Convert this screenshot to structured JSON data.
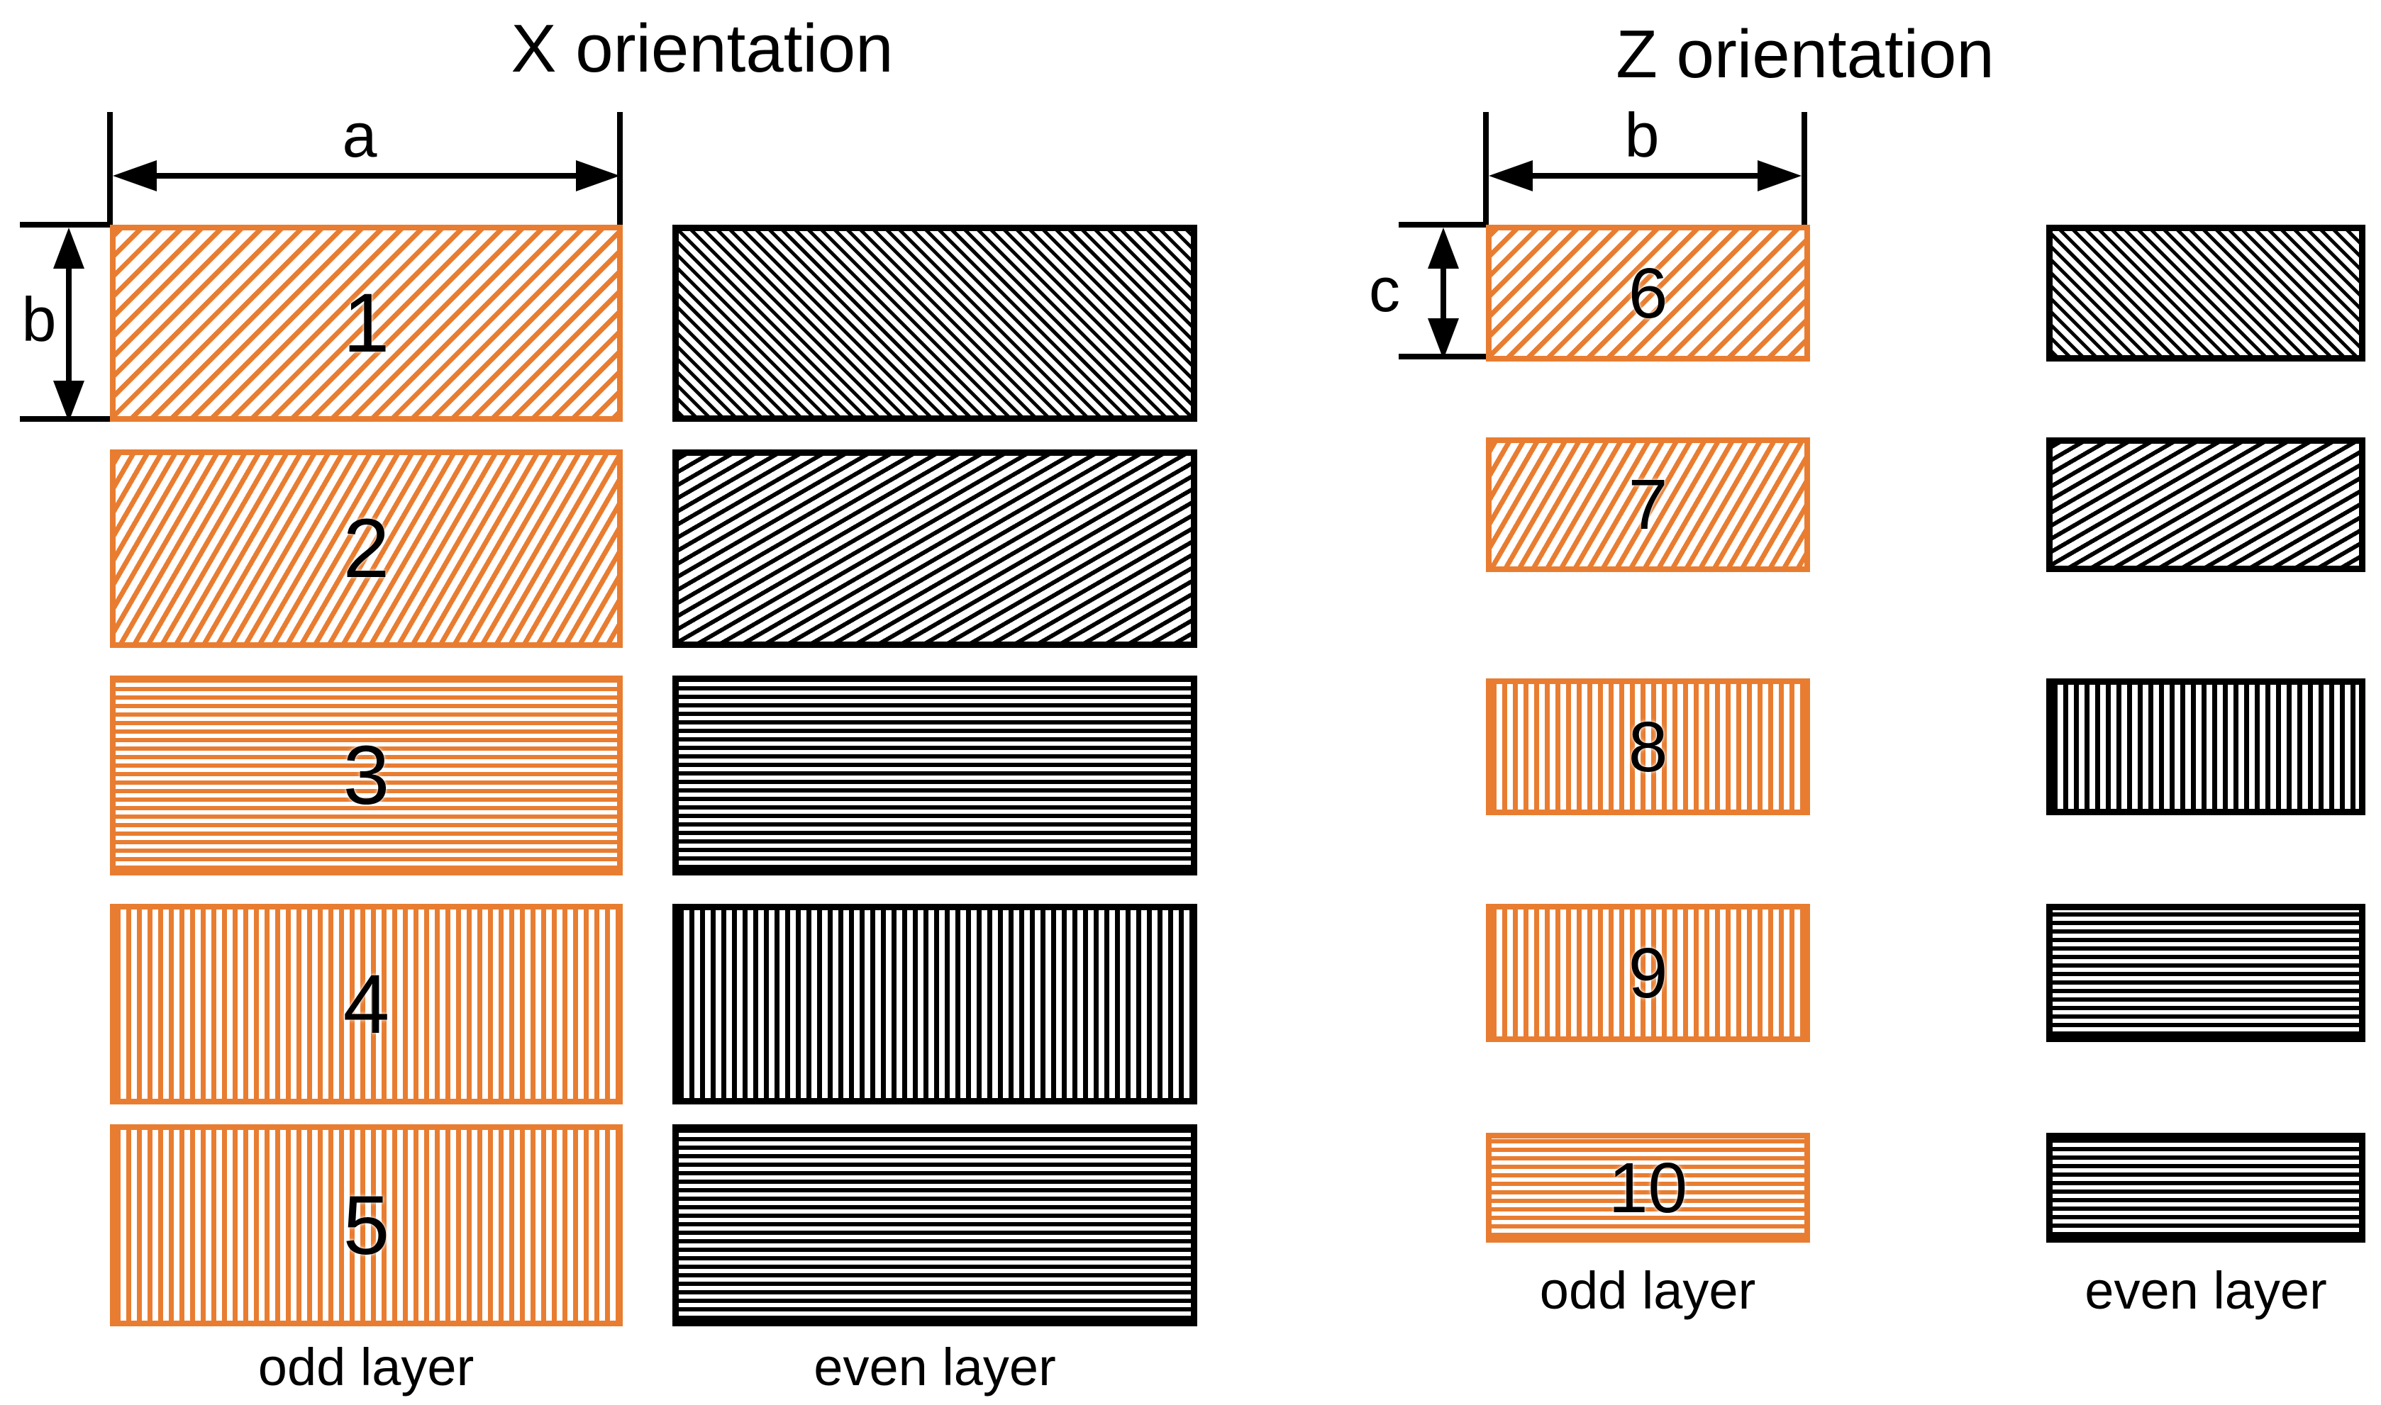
{
  "titles": {
    "x": "X orientation",
    "z": "Z orientation"
  },
  "column_labels": {
    "x_odd": "odd layer",
    "x_even": "even layer",
    "z_odd": "odd layer",
    "z_even": "even layer"
  },
  "dimension_labels": {
    "x_width": "a",
    "x_height": "b",
    "z_width": "b",
    "z_height": "c"
  },
  "colors": {
    "odd_hatch": "#E87D31",
    "even_hatch": "#000000",
    "text": "#000000"
  },
  "x_orientation": {
    "odd_layers": [
      {
        "number": "1",
        "hatch": "diagonal-45-rising"
      },
      {
        "number": "2",
        "hatch": "diagonal-30-rising"
      },
      {
        "number": "3",
        "hatch": "horizontal"
      },
      {
        "number": "4",
        "hatch": "vertical"
      },
      {
        "number": "5",
        "hatch": "vertical"
      }
    ],
    "even_layers": [
      {
        "hatch": "diagonal-45-falling"
      },
      {
        "hatch": "diagonal-60-rising"
      },
      {
        "hatch": "horizontal"
      },
      {
        "hatch": "vertical"
      },
      {
        "hatch": "horizontal"
      }
    ]
  },
  "z_orientation": {
    "odd_layers": [
      {
        "number": "6",
        "hatch": "diagonal-45-rising"
      },
      {
        "number": "7",
        "hatch": "diagonal-30-rising"
      },
      {
        "number": "8",
        "hatch": "vertical"
      },
      {
        "number": "9",
        "hatch": "vertical"
      },
      {
        "number": "10",
        "hatch": "horizontal"
      }
    ],
    "even_layers": [
      {
        "hatch": "diagonal-45-falling"
      },
      {
        "hatch": "diagonal-60-rising"
      },
      {
        "hatch": "vertical"
      },
      {
        "hatch": "horizontal"
      },
      {
        "hatch": "horizontal"
      }
    ]
  }
}
